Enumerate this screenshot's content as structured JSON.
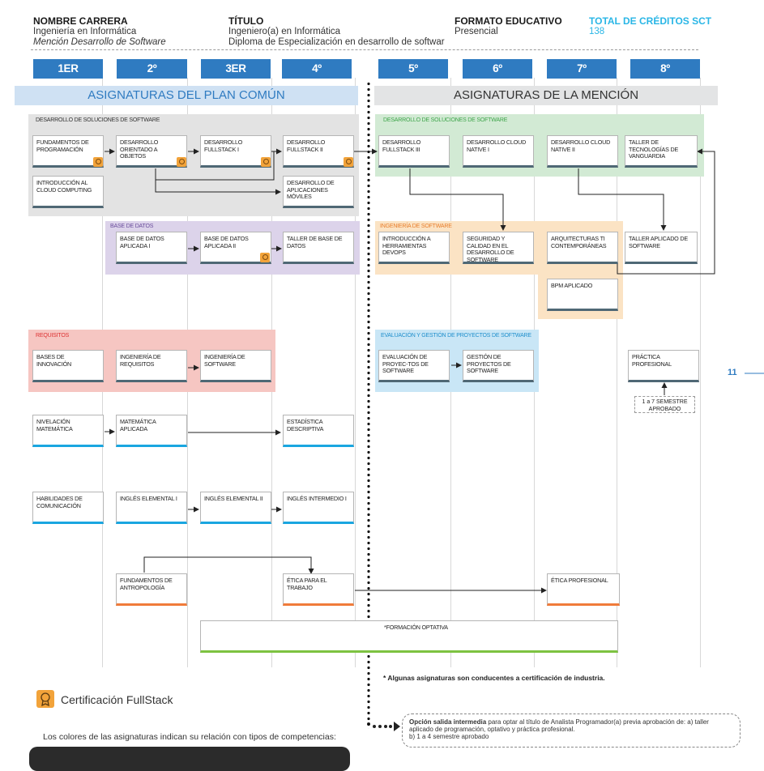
{
  "header": {
    "carrera_label": "NOMBRE CARRERA",
    "carrera_value": "Ingeniería en Informática",
    "carrera_mencion": "Mención Desarrollo de Software",
    "titulo_label": "TÍTULO",
    "titulo_value": "Ingeniero(a) en Informática",
    "titulo_diploma": "Diploma de Especialización en desarrollo de softwar",
    "formato_label": "FORMATO EDUCATIVO",
    "formato_value": "Presencial",
    "creditos_label": "TOTAL DE CRÉDITOS SCT",
    "creditos_value": "138"
  },
  "semesters": [
    "1ER SEMESTRE",
    "2º SEMESTRE",
    "3ER SEMESTRE",
    "4º SEMESTRE",
    "5º SEMESTRE",
    "6º SEMESTRE",
    "7º SEMESTRE",
    "8º SEMESTRE"
  ],
  "bands": {
    "comun": "ASIGNATURAS DEL PLAN COMÚN",
    "mencion": "ASIGNATURAS DE LA MENCIÓN"
  },
  "groups": {
    "dev_left": "DESARROLLO DE SOLUCIONES DE SOFTWARE",
    "dev_right": "DESARROLLO DE SOLUCIONES DE SOFTWARE",
    "bd": "BASE DE DATOS",
    "ing_sw": "INGENIERÍA DE SOFTWARE",
    "req": "REQUISITOS",
    "eval": "EVALUACIÓN Y GESTIÓN DE PROYECTOS DE SOFTWARE"
  },
  "courses": {
    "fund_prog": "FUNDAMENTOS DE PROGRAMACIÓN",
    "des_oo": "DESARROLLO ORIENTADO A OBJETOS",
    "fullstack1": "DESARROLLO FULLSTACK I",
    "fullstack2": "DESARROLLO FULLSTACK II",
    "fullstack3": "DESARROLLO FULLSTACK III",
    "cloud1": "DESARROLLO CLOUD NATIVE I",
    "cloud2": "DESARROLLO CLOUD NATIVE II",
    "taller_tec": "TALLER DE TECNOLOGÍAS DE VANGUARDIA",
    "intro_cloud": "INTRODUCCIÓN AL CLOUD COMPUTING",
    "moviles": "DESARROLLO DE APLICACIONES MÓVILES",
    "bd1": "BASE DE DATOS APLICADA I",
    "bd2": "BASE DE DATOS APLICADA II",
    "taller_bd": "TALLER DE BASE DE DATOS",
    "devops": "INTRODUCCIÓN A HERRAMIENTAS DEVOPS",
    "seguridad": "SEGURIDAD Y CALIDAD EN EL DESARROLLO DE SOFTWARE",
    "arquitecturas": "ARQUITECTURAS TI CONTEMPORÁNEAS",
    "taller_aplicado": "TALLER APLICADO DE SOFTWARE",
    "bpm": "BPM APLICADO",
    "innovacion": "BASES DE INNOVACIÓN",
    "ing_req": "INGENIERÍA DE REQUISITOS",
    "ing_sw": "INGENIERÍA DE SOFTWARE",
    "eval_proy": "EVALUACIÓN DE PROYEC-TOS DE SOFTWARE",
    "gestion_proy": "GESTIÓN DE PROYECTOS DE SOFTWARE",
    "practica": "PRÁCTICA PROFESIONAL",
    "nivelacion": "NIVELACIÓN MATEMÁTICA",
    "mat_aplicada": "MATEMÁTICA APLICADA",
    "estadistica": "ESTADÍSTICA DESCRIPTIVA",
    "habilidades": "HABILIDADES DE COMUNICACIÓN",
    "ingles1": "INGLÉS ELEMENTAL I",
    "ingles2": "INGLÉS ELEMENTAL II",
    "ingles_int": "INGLÉS INTERMEDIO I",
    "antropologia": "FUNDAMENTOS DE ANTROPOLOGÍA",
    "etica_trabajo": "ÉTICA PARA EL TRABAJO",
    "etica_prof": "ÉTICA PROFESIONAL",
    "optativa": "*FORMACIÓN OPTATIVA"
  },
  "practica_req": "1 a 7 SEMESTRE APROBADO",
  "page_number": "11",
  "notes": {
    "certificacion_note": "* Algunas asignaturas son conducentes a certificación de industria.",
    "legend_cert": "Certificación FullStack",
    "colores": "Los colores de las asignaturas indican su relación con tipos de competencias:",
    "salida_bold": "Opción salida intermedia",
    "salida_text": " para optar al título de Analista Programador(a) previa aprobación de: a) taller aplicado  de programación, optativo  y práctica profesional.",
    "salida_b": "b) 1 a 4 semestre aprobado"
  },
  "colors": {
    "semester_blue": "#2f7bc1",
    "accent_cyan": "#29b6e6",
    "cert_orange": "#f2a33a"
  }
}
